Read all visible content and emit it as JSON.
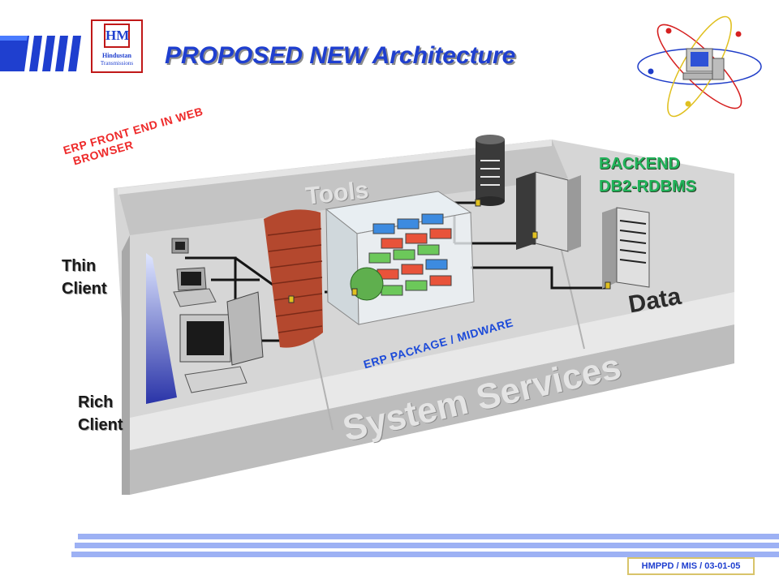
{
  "slide": {
    "title": "PROPOSED NEW Architecture",
    "footer": "HMPPD / MIS / 03-01-05"
  },
  "logo": {
    "initials": "HM",
    "line1": "Hindustan",
    "line2": "Transmissions"
  },
  "diagram": {
    "front_end_label": [
      "ERP FRONT END IN WEB",
      "BROWSER"
    ],
    "backend_label": [
      "BACKEND",
      "DB2-RDBMS"
    ],
    "thin_client_label": [
      "Thin",
      "Client"
    ],
    "rich_client_label": [
      "Rich",
      "Client"
    ],
    "middleware_label": "ERP PACKAGE / MIDWARE",
    "platform_labels": {
      "tools": "Tools",
      "data": "Data",
      "system_services": "System Services"
    }
  },
  "colors": {
    "title": "#1f3fcf",
    "front_end_label": "#ee2a2a",
    "backend_label": "#21b35a",
    "middleware_label": "#1d4bd9",
    "platform": "#c9c9c9",
    "footer_bars": "#8fa6f0"
  },
  "icons": [
    "decorative-bars-icon",
    "company-logo",
    "atom-computer-icon",
    "firewall-icon",
    "server-icon",
    "database-icon",
    "computer-icon"
  ]
}
